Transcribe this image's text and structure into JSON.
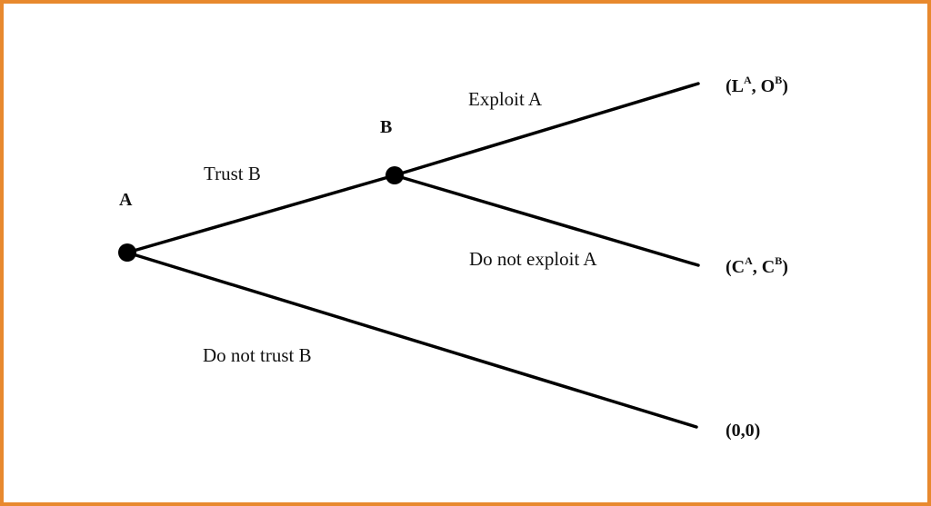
{
  "diagram": {
    "border_color": "#e8892e",
    "nodes": {
      "a": {
        "label": "A"
      },
      "b": {
        "label": "B"
      }
    },
    "edges": {
      "trust": {
        "label": "Trust B"
      },
      "not_trust": {
        "label": "Do not trust B"
      },
      "exploit": {
        "label": "Exploit A"
      },
      "not_exploit": {
        "label": "Do not exploit A"
      }
    },
    "payoffs": {
      "exploit": {
        "open": "(L",
        "sup1": "A",
        "mid": ", O",
        "sup2": "B",
        "close": ")"
      },
      "not_exploit": {
        "open": "(C",
        "sup1": "A",
        "mid": ", C",
        "sup2": "B",
        "close": ")"
      },
      "not_trust": {
        "text": "(0,0)"
      }
    }
  }
}
